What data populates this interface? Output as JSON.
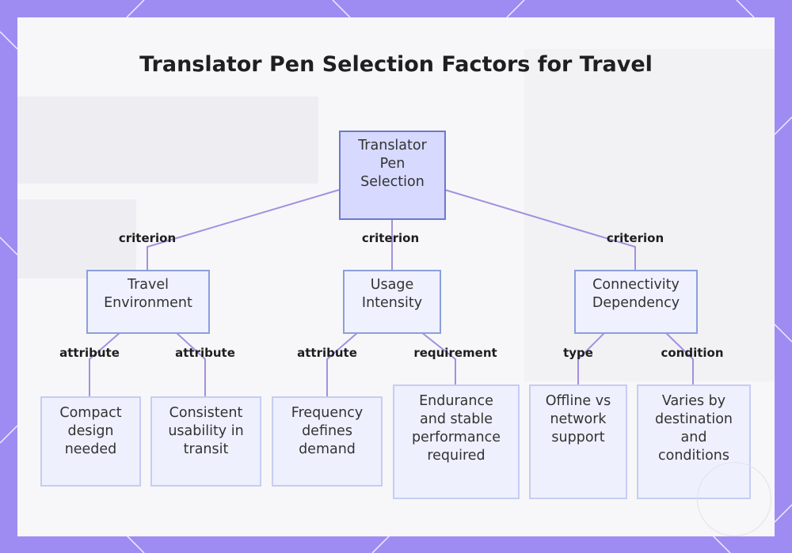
{
  "title": "Translator Pen Selection Factors for Travel",
  "colors": {
    "frame": "#9f8cf3",
    "root_fill": "#d7d9fe",
    "root_border": "#6c7ac8",
    "node_fill": "#eff1ff",
    "node_border": "#8aa0dc",
    "leaf_border": "#c6cdf3",
    "edge": "#a48fe0"
  },
  "diagram": {
    "root": {
      "label": "Translator Pen Selection"
    },
    "branches": [
      {
        "edge_label": "criterion",
        "label": "Travel Environment",
        "children": [
          {
            "edge_label": "attribute",
            "label": "Compact design needed"
          },
          {
            "edge_label": "attribute",
            "label": "Consistent usability in transit"
          }
        ]
      },
      {
        "edge_label": "criterion",
        "label": "Usage Intensity",
        "children": [
          {
            "edge_label": "attribute",
            "label": "Frequency defines demand"
          },
          {
            "edge_label": "requirement",
            "label": "Endurance and stable performance required"
          }
        ]
      },
      {
        "edge_label": "criterion",
        "label": "Connectivity Dependency",
        "children": [
          {
            "edge_label": "type",
            "label": "Offline vs network support"
          },
          {
            "edge_label": "condition",
            "label": "Varies by destination and conditions"
          }
        ]
      }
    ]
  }
}
